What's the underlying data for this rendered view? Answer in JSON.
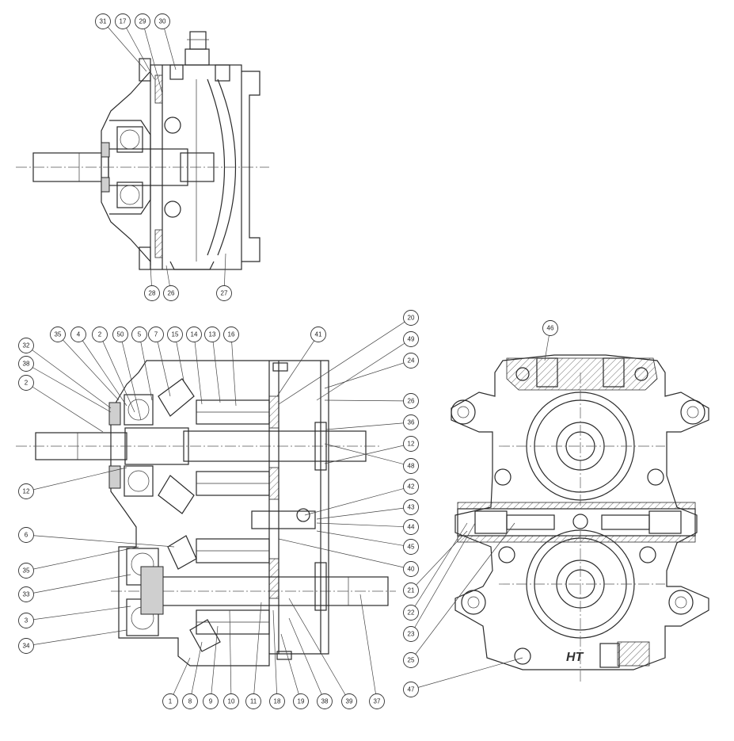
{
  "labels": {
    "top_view": [
      "31",
      "17",
      "29",
      "30",
      "28",
      "26",
      "27"
    ],
    "main_top": [
      "32",
      "35",
      "4",
      "2",
      "50",
      "5",
      "7",
      "15",
      "14",
      "13",
      "16",
      "41"
    ],
    "main_left": [
      "38",
      "2",
      "12",
      "6",
      "35",
      "33",
      "3",
      "34"
    ],
    "main_right": [
      "20",
      "49",
      "24",
      "26",
      "36",
      "12",
      "48",
      "42",
      "43",
      "44",
      "45",
      "40",
      "37"
    ],
    "main_bottom": [
      "1",
      "8",
      "9",
      "10",
      "11",
      "18",
      "19",
      "38",
      "39"
    ],
    "end_view": [
      "46",
      "21",
      "22",
      "23",
      "25",
      "47"
    ]
  },
  "logo_text": "HT"
}
